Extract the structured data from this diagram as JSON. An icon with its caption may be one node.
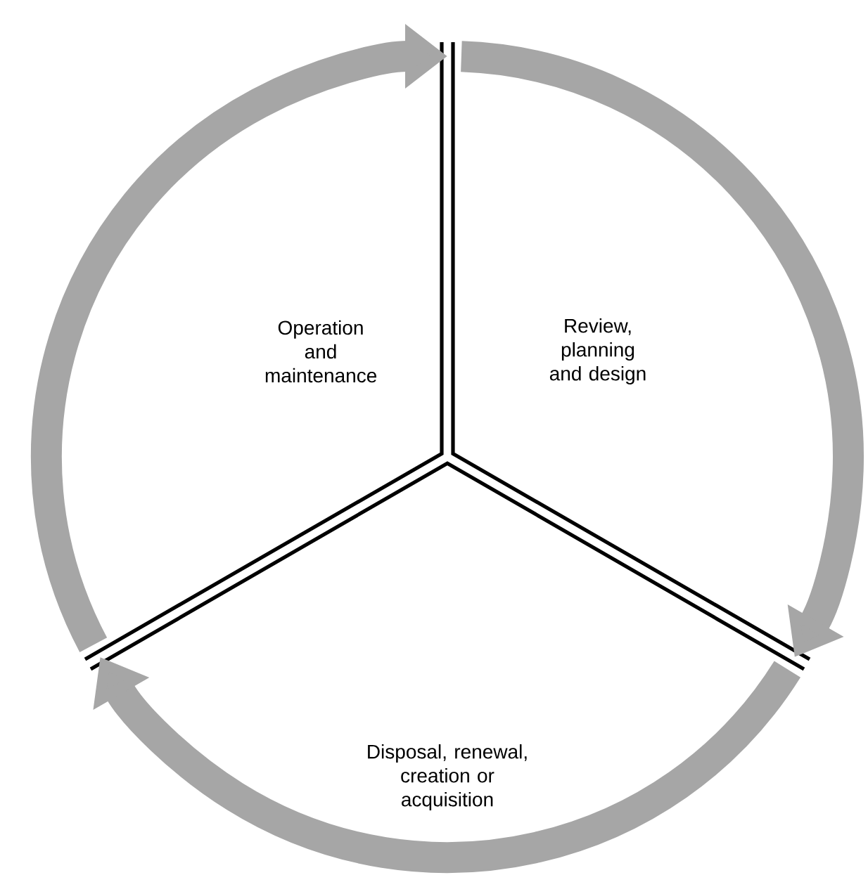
{
  "diagram": {
    "nodes": [
      {
        "text": [
          "Operation and maintenance"
        ]
      },
      {
        "text": [
          "Review, planning and design"
        ]
      },
      {
        "text": [
          "Disposal, renewal, creation or acquisition"
        ]
      }
    ],
    "edges": [
      {
        "from": 1,
        "to": 2,
        "arrow": "to",
        "color": "#a6a6a6"
      },
      {
        "from": 2,
        "to": 0,
        "arrow": "to",
        "color": "#a6a6a6"
      },
      {
        "from": 0,
        "to": 1,
        "arrow": "to",
        "color": "#a6a6a6"
      }
    ]
  }
}
